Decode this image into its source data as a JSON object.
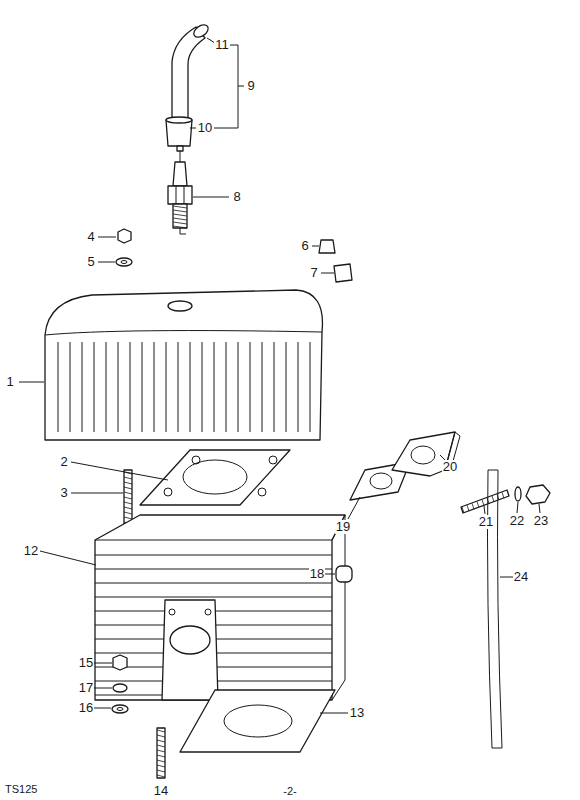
{
  "diagram": {
    "labels": [
      "1",
      "2",
      "3",
      "4",
      "5",
      "6",
      "7",
      "8",
      "9",
      "10",
      "11",
      "12",
      "13",
      "14",
      "15",
      "16",
      "17",
      "18",
      "19",
      "20",
      "21",
      "22",
      "23",
      "24",
      "TS125",
      "-2-"
    ]
  }
}
